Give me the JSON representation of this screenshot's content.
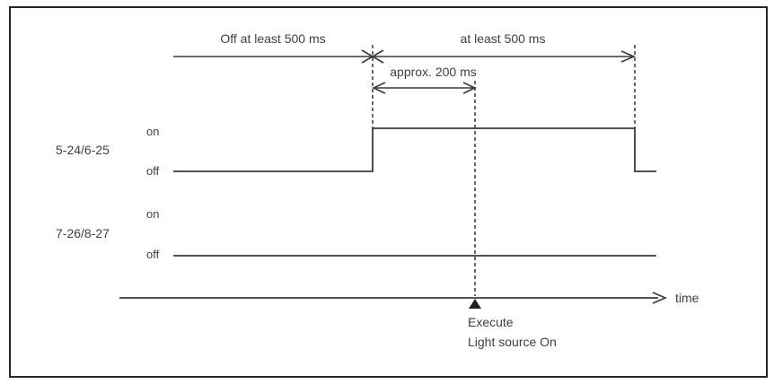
{
  "diagram": {
    "title_hidden": "",
    "colors": {
      "background": "#ffffff",
      "border": "#262626",
      "line": "#3a3a3a",
      "text": "#3f3f3f",
      "marker": "#1f1f1f"
    },
    "annotations": {
      "off_duration": "Off at least 500 ms",
      "on_duration": "at least 500 ms",
      "approx_duration": "approx. 200 ms"
    },
    "signals": [
      {
        "name": "5-24/6-25",
        "on_label": "on",
        "off_label": "off",
        "state": "pulse-high"
      },
      {
        "name": "7-26/8-27",
        "on_label": "on",
        "off_label": "off",
        "state": "low"
      }
    ],
    "time_axis": {
      "label": "time"
    },
    "event": {
      "line1": "Execute",
      "line2": "Light source On"
    }
  }
}
